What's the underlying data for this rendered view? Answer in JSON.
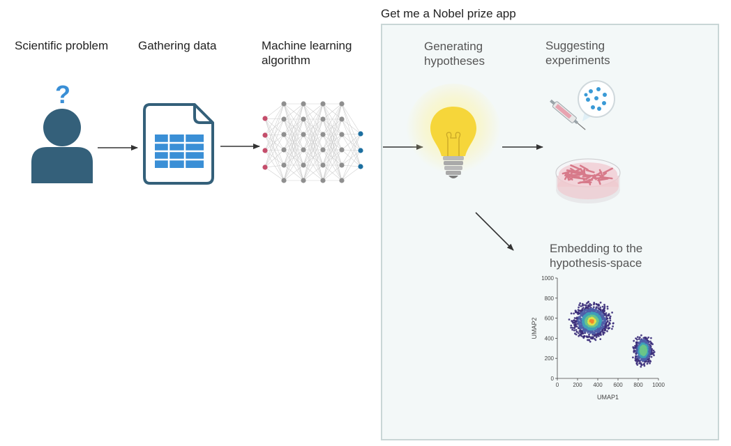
{
  "labels": {
    "scientific_problem": "Scientific problem",
    "gathering_data": "Gathering data",
    "ml_algorithm": "Machine learning\nalgorithm",
    "app_title": "Get me a Nobel prize app",
    "generating_hypotheses": "Generating\nhypotheses",
    "suggesting_experiments": "Suggesting\nexperiments",
    "embedding": "Embedding to the\nhypothesis-space",
    "question_mark": "?"
  },
  "colors": {
    "person": "#34607a",
    "question": "#3a8fd6",
    "doc_outline": "#34607a",
    "doc_table": "#3a8fd6",
    "input_node": "#c44e6b",
    "hidden_node": "#8f8f8f",
    "output_node": "#1d6fa0",
    "panel_bg": "#f3f8f8",
    "panel_border": "#c9d6d6",
    "bulb": "#f6d63a"
  },
  "icons": [
    "person-icon",
    "question-icon",
    "spreadsheet-icon",
    "neural-network-icon",
    "lightbulb-icon",
    "syringe-icon",
    "petri-dish-icon"
  ],
  "chart_data": {
    "type": "scatter",
    "xlabel": "UMAP1",
    "ylabel": "UMAP2",
    "xlim": [
      0,
      1000
    ],
    "ylim": [
      0,
      1000
    ],
    "xticks": [
      0,
      200,
      400,
      600,
      800,
      1000
    ],
    "yticks": [
      0,
      200,
      400,
      600,
      800,
      1000
    ],
    "clusters": [
      {
        "cx": 340,
        "cy": 570,
        "sx": 140,
        "sy": 130
      },
      {
        "cx": 850,
        "cy": 280,
        "sx": 70,
        "sy": 110
      }
    ]
  }
}
